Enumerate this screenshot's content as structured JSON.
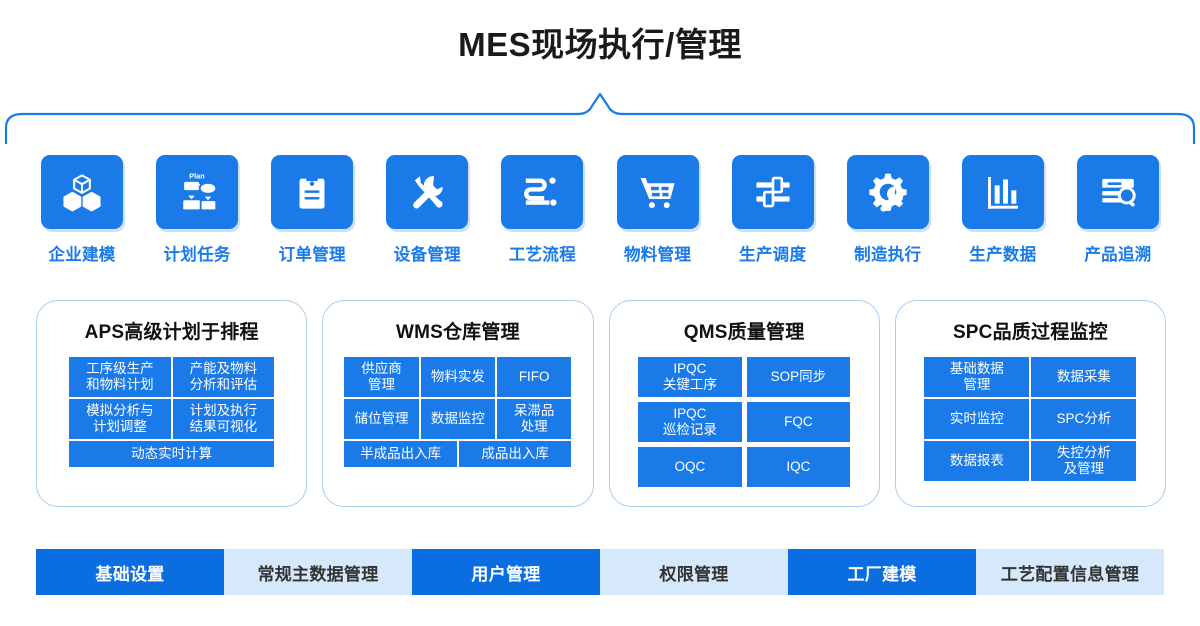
{
  "header": {
    "title": "MES现场执行/管理",
    "brace_color": "#1a7ae8"
  },
  "colors": {
    "primary_blue": "#1a7ae8",
    "bar_active_blue": "#0a6ee1",
    "bar_inactive_blue": "#d6e8fb",
    "panel_border": "#a8ccf2",
    "title_text": "#1a1a1a"
  },
  "icon_row": {
    "items": [
      {
        "label": "企业建模",
        "icon": "cubes-icon"
      },
      {
        "label": "计划任务",
        "icon": "plan-flowchart-icon"
      },
      {
        "label": "订单管理",
        "icon": "clipboard-icon"
      },
      {
        "label": "设备管理",
        "icon": "wrench-screwdriver-icon"
      },
      {
        "label": "工艺流程",
        "icon": "process-flow-icon"
      },
      {
        "label": "物料管理",
        "icon": "shopping-cart-icon"
      },
      {
        "label": "生产调度",
        "icon": "sliders-icon"
      },
      {
        "label": "制造执行",
        "icon": "gear-wrench-icon"
      },
      {
        "label": "生产数据",
        "icon": "bar-chart-icon"
      },
      {
        "label": "产品追溯",
        "icon": "document-search-icon"
      }
    ]
  },
  "panels": [
    {
      "id": "aps",
      "title": "APS高级计划于排程",
      "rows": [
        [
          "工序级生产\n和物料计划",
          "产能及物料\n分析和评估"
        ],
        [
          "模拟分析与\n计划调整",
          "计划及执行\n结果可视化"
        ],
        [
          "动态实时计算"
        ]
      ]
    },
    {
      "id": "wms",
      "title": "WMS仓库管理",
      "rows": [
        [
          "供应商\n管理",
          "物料实发",
          "FIFO"
        ],
        [
          "储位管理",
          "数据监控",
          "呆滞品\n处理"
        ],
        [
          "半成品出入库",
          "成品出入库"
        ]
      ]
    },
    {
      "id": "qms",
      "title": "QMS质量管理",
      "rows": [
        [
          "IPQC\n关键工序",
          "SOP同步"
        ],
        [
          "IPQC\n巡检记录",
          "FQC"
        ],
        [
          "OQC",
          "IQC"
        ]
      ]
    },
    {
      "id": "spc",
      "title": "SPC品质过程监控",
      "rows": [
        [
          "基础数据\n管理",
          "数据采集"
        ],
        [
          "实时监控",
          "SPC分析"
        ],
        [
          "数据报表",
          "失控分析\n及管理"
        ]
      ]
    }
  ],
  "bottom_bar": {
    "items": [
      {
        "label": "基础设置",
        "active": true
      },
      {
        "label": "常规主数据管理",
        "active": false
      },
      {
        "label": "用户管理",
        "active": true
      },
      {
        "label": "权限管理",
        "active": false
      },
      {
        "label": "工厂建模",
        "active": true
      },
      {
        "label": "工艺配置信息管理",
        "active": false
      }
    ]
  }
}
